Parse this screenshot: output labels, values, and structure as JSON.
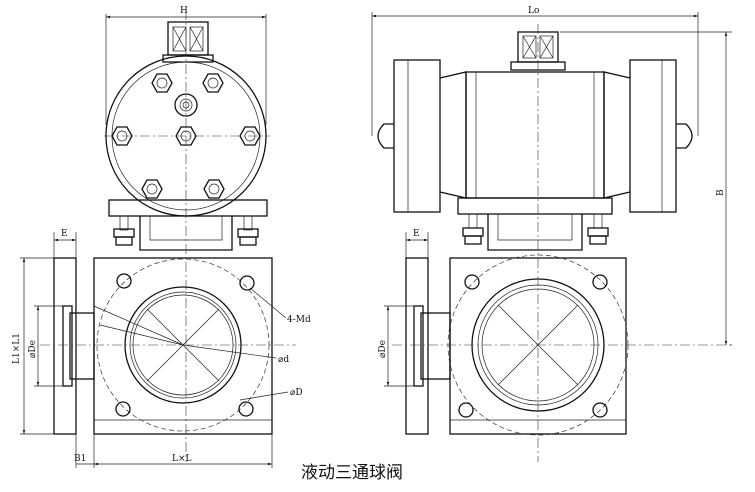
{
  "caption": "液动三通球阀",
  "dimensions": {
    "H": "H",
    "Lo": "Lo",
    "B": "B",
    "E_left": "E",
    "E_right": "E",
    "L1xL1": "L1×L1",
    "De_left": "⌀De",
    "De_right": "⌀De",
    "Md": "4-Md",
    "d": "⌀d",
    "D": "⌀D",
    "B1": "B1",
    "LxL": "L×L"
  }
}
